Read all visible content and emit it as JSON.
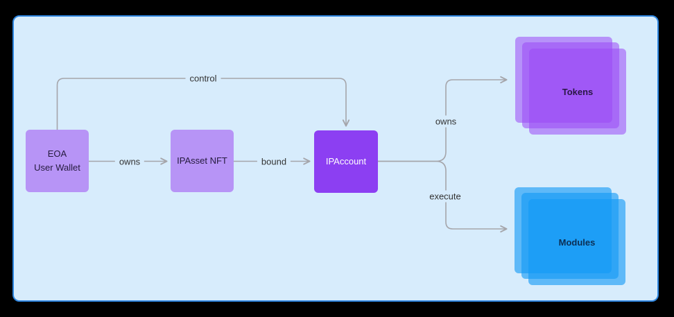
{
  "panel": {
    "outer_background": "#000000",
    "background": "#d7ecfc",
    "border_color": "#2e86e0"
  },
  "styles": {
    "line_color": "#a5a5aa",
    "edge_label_color": "#333333",
    "light_node_fill": "#b794f6",
    "light_node_text": "#241a3d",
    "accent_node_fill": "#8c3ff2",
    "accent_node_text": "#ffffff",
    "tokens_fill": "#9a49f5",
    "tokens_text": "#2a1745",
    "modules_fill": "#149af6",
    "modules_text": "#0c2f54"
  },
  "nodes": {
    "eoa": {
      "line1": "EOA",
      "line2": "User Wallet"
    },
    "ipasset": {
      "label": "IPAsset NFT"
    },
    "ipaccount": {
      "label": "IPAccount"
    },
    "tokens": {
      "label": "Tokens"
    },
    "modules": {
      "label": "Modules"
    }
  },
  "edges": {
    "control": {
      "label": "control",
      "from": "eoa",
      "to": "ipaccount"
    },
    "owns_wallet": {
      "label": "owns",
      "from": "eoa",
      "to": "ipasset"
    },
    "bound": {
      "label": "bound",
      "from": "ipasset",
      "to": "ipaccount"
    },
    "owns_account": {
      "label": "owns",
      "from": "ipaccount",
      "to": "tokens"
    },
    "execute": {
      "label": "execute",
      "from": "ipaccount",
      "to": "modules"
    }
  }
}
